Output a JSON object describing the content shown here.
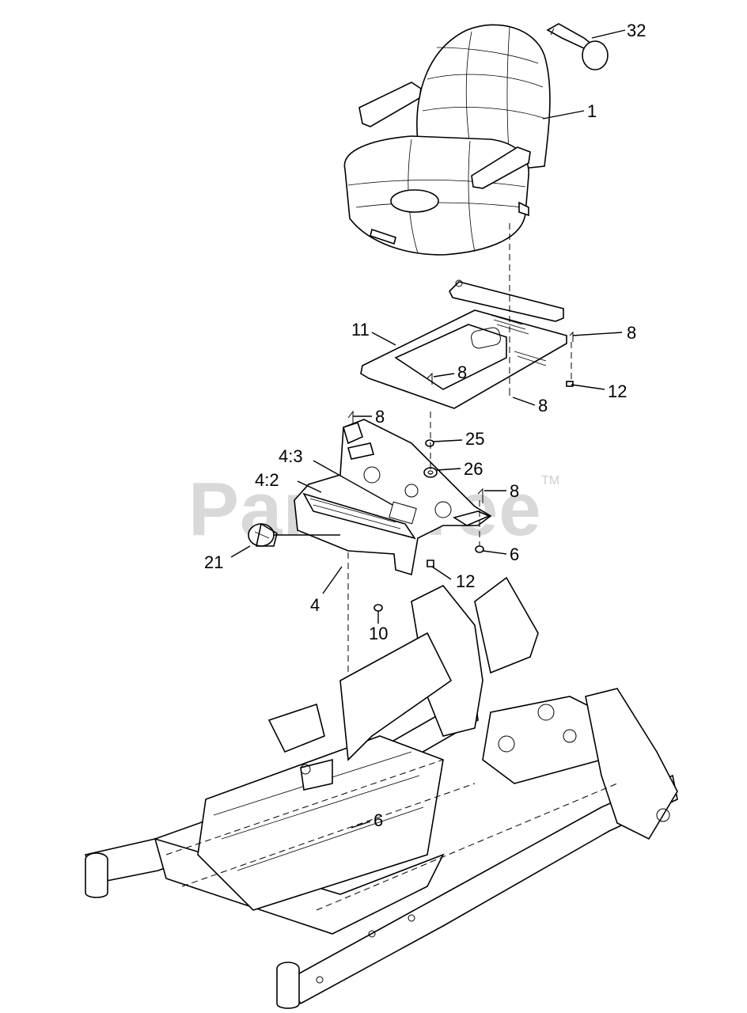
{
  "watermark": {
    "text": "PartsTree",
    "tm": "TM"
  },
  "callouts": [
    {
      "id": "c32",
      "label": "32"
    },
    {
      "id": "c1",
      "label": "1"
    },
    {
      "id": "c11",
      "label": "11"
    },
    {
      "id": "c8a",
      "label": "8"
    },
    {
      "id": "c8b",
      "label": "8"
    },
    {
      "id": "c12a",
      "label": "12"
    },
    {
      "id": "c8c",
      "label": "8"
    },
    {
      "id": "c8d",
      "label": "8"
    },
    {
      "id": "c25",
      "label": "25"
    },
    {
      "id": "c43",
      "label": "4:3"
    },
    {
      "id": "c26",
      "label": "26"
    },
    {
      "id": "c42",
      "label": "4:2"
    },
    {
      "id": "c8e",
      "label": "8"
    },
    {
      "id": "c21",
      "label": "21"
    },
    {
      "id": "c6a",
      "label": "6"
    },
    {
      "id": "c12b",
      "label": "12"
    },
    {
      "id": "c4",
      "label": "4"
    },
    {
      "id": "c10",
      "label": "10"
    },
    {
      "id": "c6b",
      "label": "6"
    }
  ]
}
